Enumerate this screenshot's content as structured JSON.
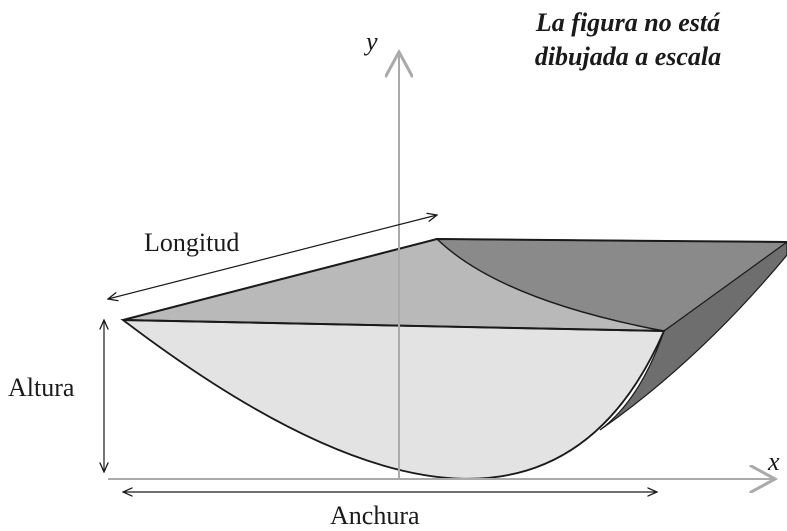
{
  "note": {
    "line1": "La figura no está",
    "line2": "dibujada a escala"
  },
  "axes": {
    "x_label": "x",
    "y_label": "y"
  },
  "dimensions": {
    "length_label": "Longitud",
    "height_label": "Altura",
    "width_label": "Anchura"
  },
  "colors": {
    "front_face": "#e3e3e3",
    "top_face": "#b9b9b9",
    "inner_face": "#888888",
    "right_edge": "#666666",
    "axis": "#aaaaaa",
    "stroke": "#1a1a1a"
  }
}
